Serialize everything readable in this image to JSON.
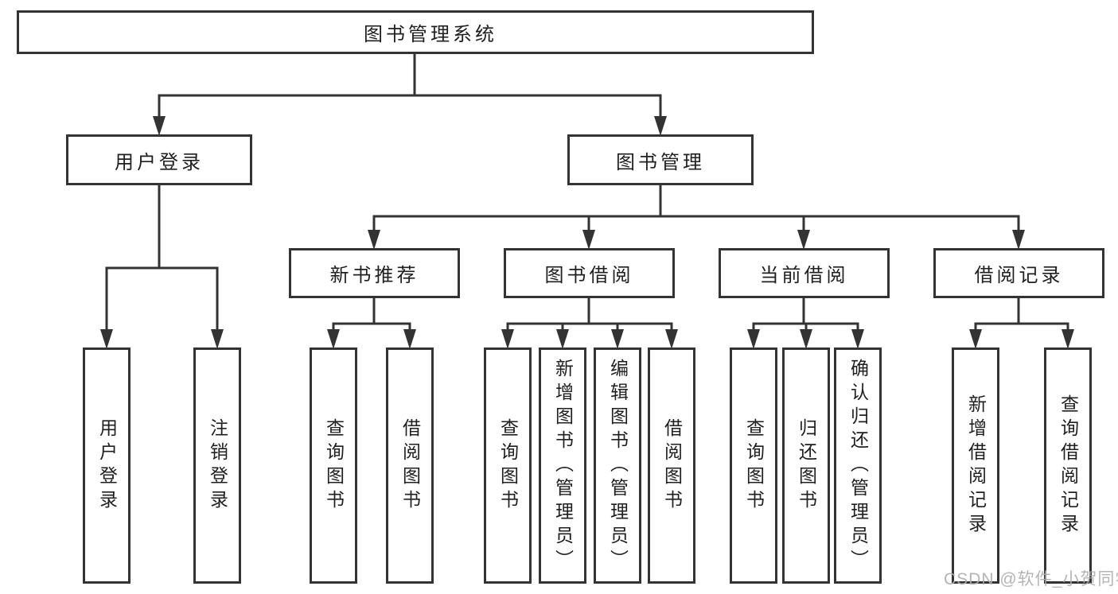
{
  "diagram": {
    "title": "图书管理系统",
    "root": {
      "label": "图书管理系统"
    },
    "level2": {
      "user_login": {
        "label": "用户登录"
      },
      "book_management": {
        "label": "图书管理"
      }
    },
    "level3": {
      "new_book_recommend": {
        "label": "新书推荐"
      },
      "book_borrow": {
        "label": "图书借阅"
      },
      "current_borrow": {
        "label": "当前借阅"
      },
      "borrow_records": {
        "label": "借阅记录"
      }
    },
    "leaves": {
      "login": [
        "用户登录",
        "注销登录"
      ],
      "recommend": [
        "查询图书",
        "借阅图书"
      ],
      "borrow": [
        "查询图书",
        "新增图书（管理员）",
        "编辑图书（管理员）",
        "借阅图书"
      ],
      "current": [
        "查询图书",
        "归还图书",
        "确认归还（管理员）"
      ],
      "records": [
        "新增借阅记录",
        "查询借阅记录"
      ]
    }
  },
  "watermark": {
    "text": "CSDN @软件_小贺同学"
  },
  "colors": {
    "line": "#333333",
    "box_border": "#333333",
    "background": "#ffffff",
    "watermark": "#acacac"
  }
}
